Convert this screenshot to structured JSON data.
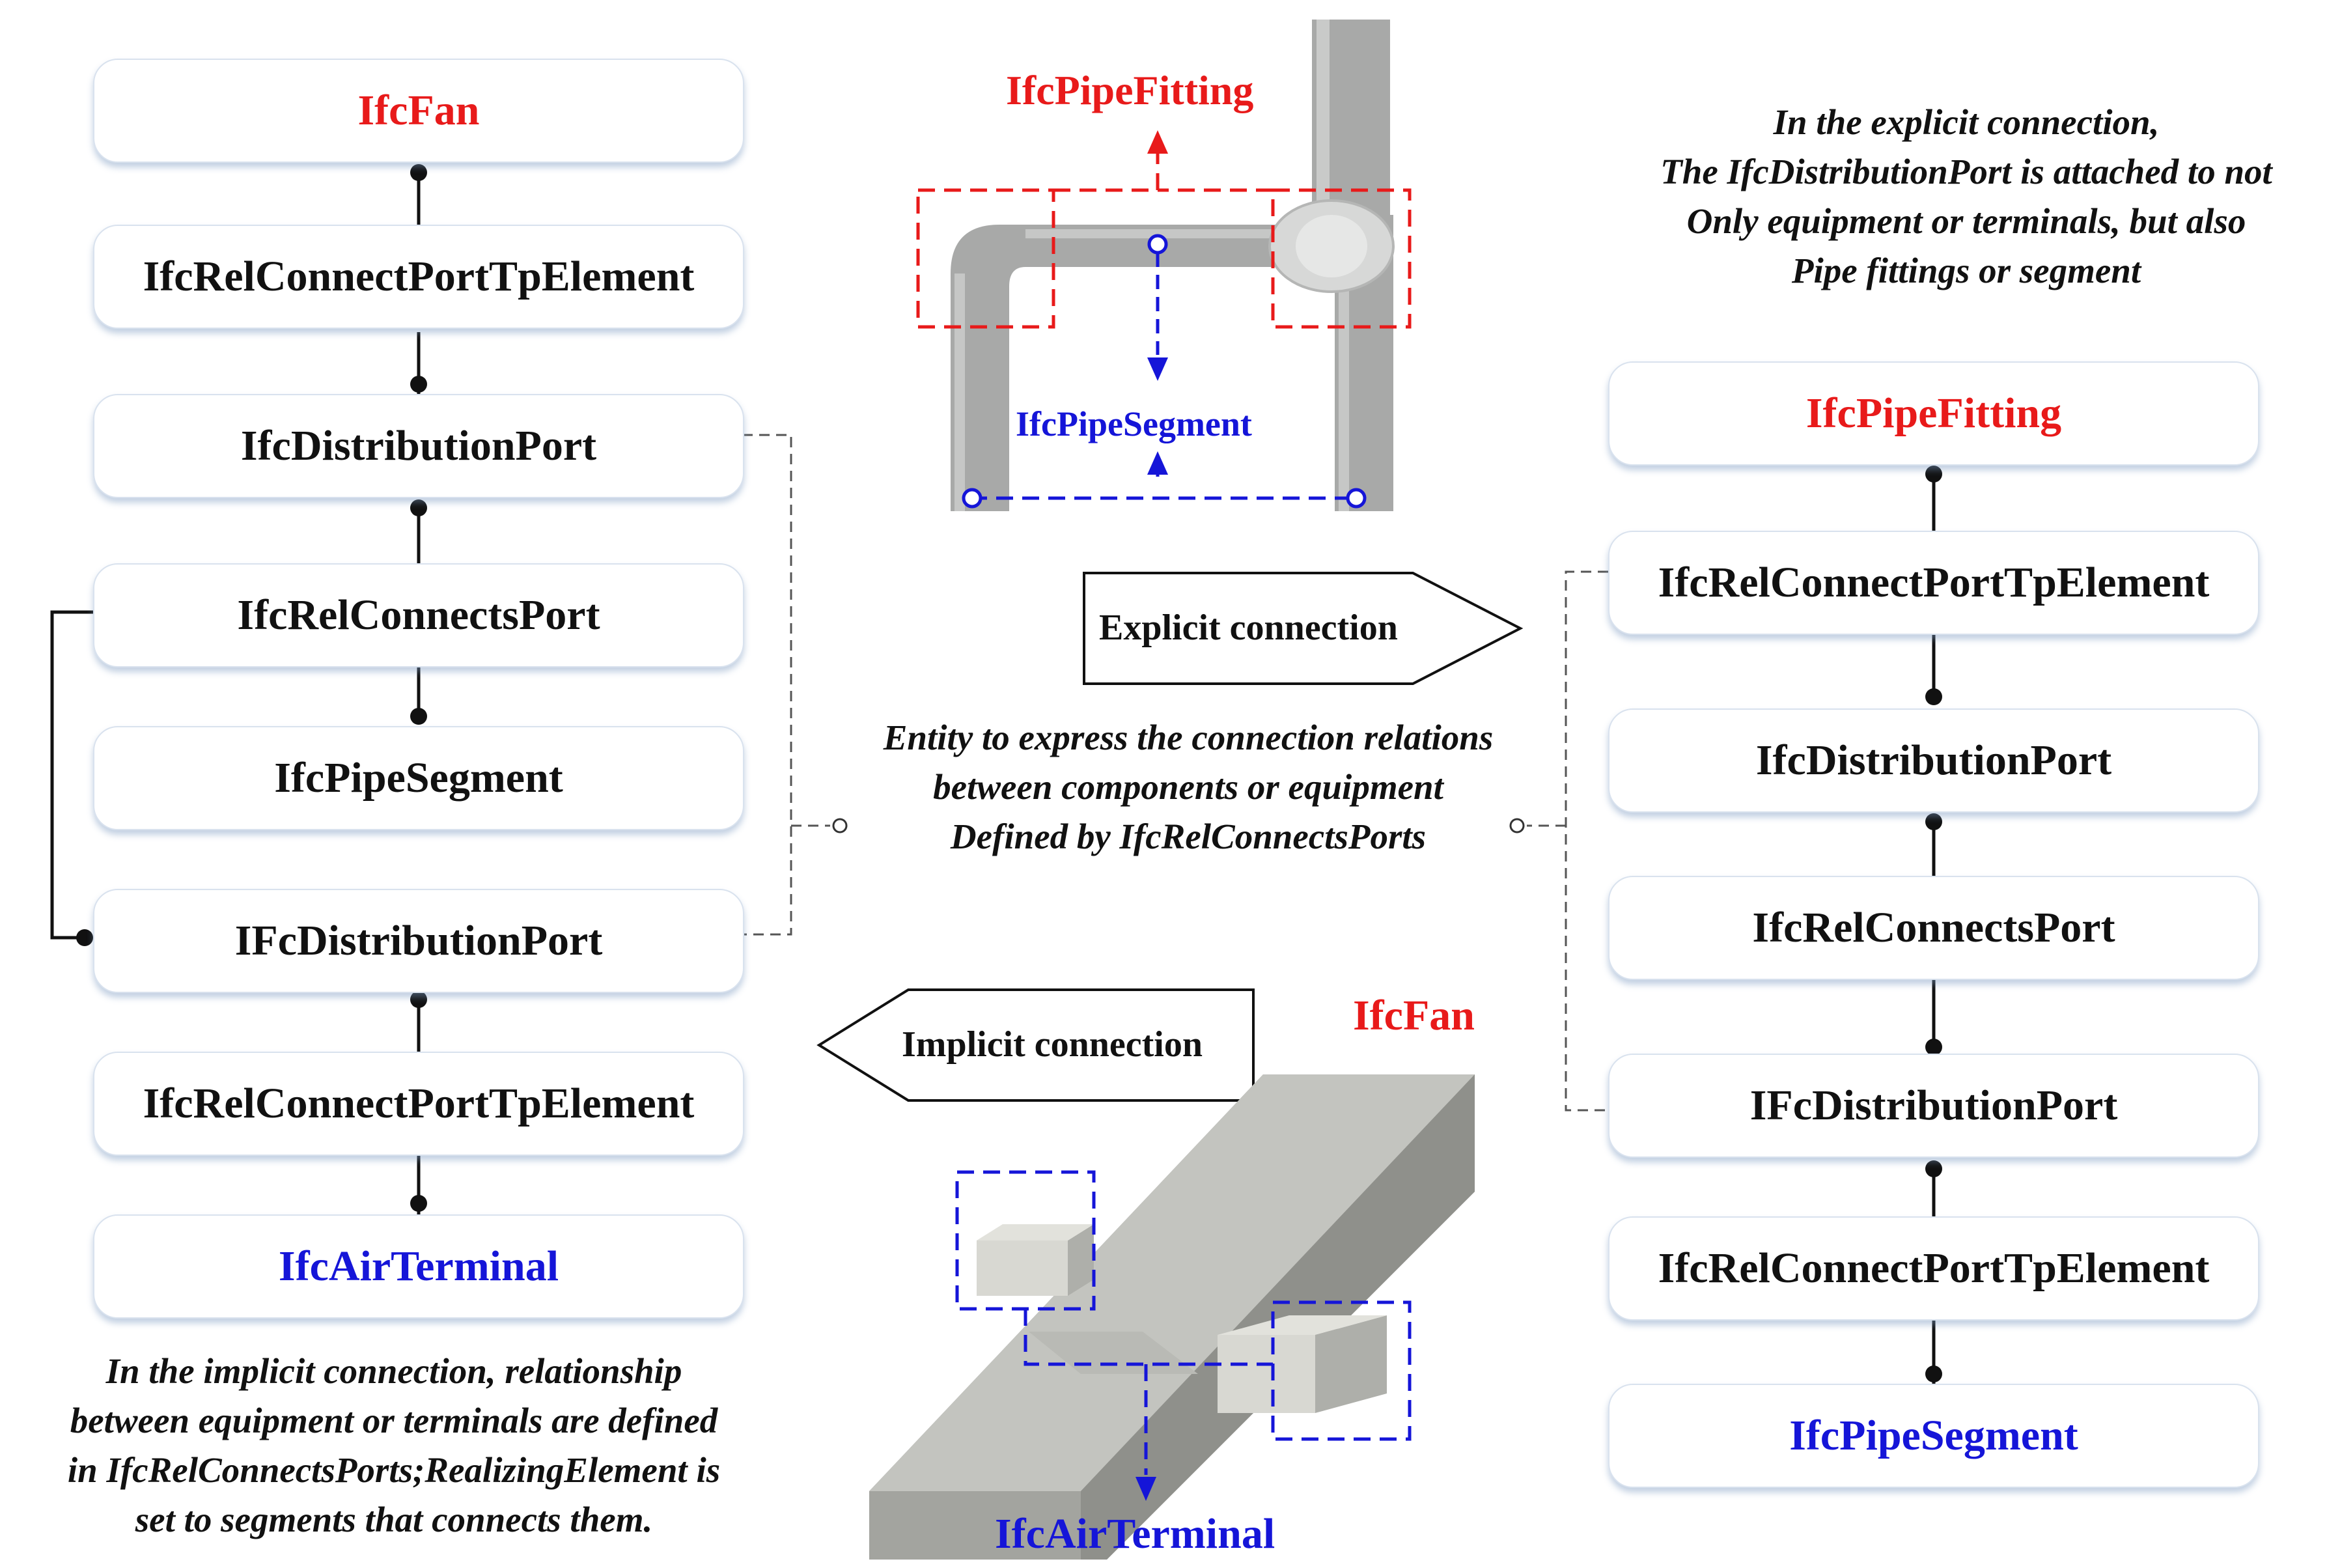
{
  "left_column": {
    "boxes": [
      {
        "label": "IfcFan",
        "color": "red"
      },
      {
        "label": "IfcRelConnectPortTpElement",
        "color": "black"
      },
      {
        "label": "IfcDistributionPort",
        "color": "black"
      },
      {
        "label": "IfcRelConnectsPort",
        "color": "black"
      },
      {
        "label": "IfcPipeSegment",
        "color": "black"
      },
      {
        "label": "IFcDistributionPort",
        "color": "black"
      },
      {
        "label": "IfcRelConnectPortTpElement",
        "color": "black"
      },
      {
        "label": "IfcAirTerminal",
        "color": "blue"
      }
    ],
    "note": [
      "In the implicit connection, relationship",
      "between equipment or terminals are defined",
      "in IfcRelConnectsPorts;RealizingElement is",
      "set to segments that connects them."
    ]
  },
  "right_column": {
    "boxes": [
      {
        "label": "IfcPipeFitting",
        "color": "red"
      },
      {
        "label": "IfcRelConnectPortTpElement",
        "color": "black"
      },
      {
        "label": "IfcDistributionPort",
        "color": "black"
      },
      {
        "label": "IfcRelConnectsPort",
        "color": "black"
      },
      {
        "label": "IFcDistributionPort",
        "color": "black"
      },
      {
        "label": "IfcRelConnectPortTpElement",
        "color": "black"
      },
      {
        "label": "IfcPipeSegment",
        "color": "blue"
      }
    ],
    "note": [
      "In the explicit connection,",
      "The IfcDistributionPort is attached to not",
      "Only equipment or terminals, but also",
      "Pipe fittings or segment"
    ]
  },
  "center": {
    "pipe_fitting_label": "IfcPipeFitting",
    "pipe_segment_label": "IfcPipeSegment",
    "explicit_label": "Explicit connection",
    "implicit_label": "Implicit connection",
    "entity_note": [
      "Entity to express the connection relations",
      "between components or equipment",
      "Defined by IfcRelConnectsPorts"
    ],
    "fan_label": "IfcFan",
    "air_terminal_label": "IfcAirTerminal"
  },
  "colors": {
    "red": "#e81a1a",
    "blue": "#1515d8",
    "black": "#111111",
    "pipe": "#a9aaa9",
    "duct": "#9fa09b"
  }
}
